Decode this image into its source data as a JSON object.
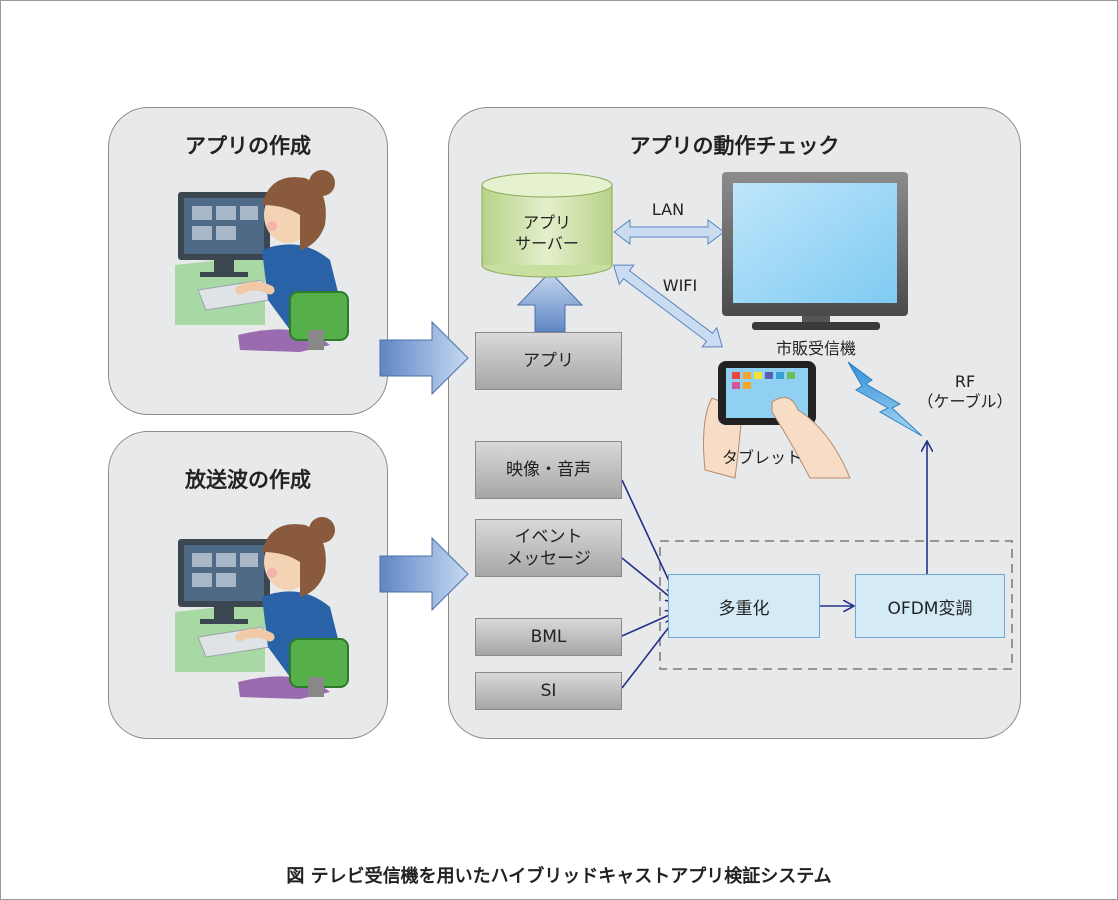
{
  "panels": {
    "app_creation": "アプリの作成",
    "broadcast_creation": "放送波の作成",
    "app_check": "アプリの動作チェック"
  },
  "nodes": {
    "app_server_line1": "アプリ",
    "app_server_line2": "サーバー",
    "app": "アプリ",
    "video_audio": "映像・音声",
    "event_line1": "イベント",
    "event_line2": "メッセージ",
    "bml": "BML",
    "si": "SI",
    "multiplex": "多重化",
    "ofdm": "OFDM変調",
    "commercial_receiver": "市販受信機",
    "tablet": "タブレット"
  },
  "connections": {
    "lan": "LAN",
    "wifi": "WIFI",
    "rf_line1": "RF",
    "rf_line2": "（ケーブル）"
  },
  "caption": "図 テレビ受信機を用いたハイブリッドキャストアプリ検証システム",
  "colors": {
    "panel_bg": "#e8e9ea",
    "arrow_blue": "#7aa3d6",
    "line_navy": "#23328a",
    "server_green": "#cfe3a6",
    "box_blue": "#d5eaf7"
  }
}
